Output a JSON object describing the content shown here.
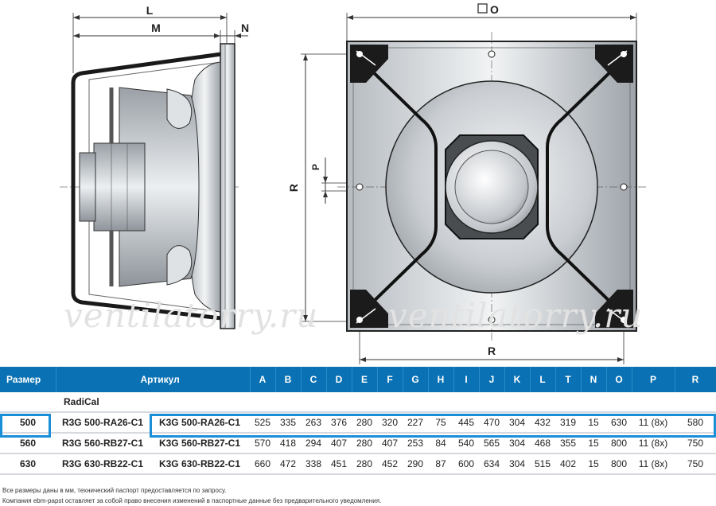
{
  "drawing": {
    "dim_labels": {
      "L": "L",
      "M": "M",
      "N": "N",
      "O": "O",
      "R_side": "R",
      "P": "P",
      "R_bottom": "R"
    },
    "watermarks": [
      "ventilatorry.ru",
      "ventilatorry.ru"
    ]
  },
  "table": {
    "headers": [
      "Размер",
      "Артикул",
      "A",
      "B",
      "C",
      "D",
      "E",
      "F",
      "G",
      "H",
      "I",
      "J",
      "K",
      "L",
      "T",
      "N",
      "O",
      "P",
      "R"
    ],
    "group_label": "RadiCal",
    "rows": [
      {
        "size": "500",
        "art1": "R3G 500-RA26-C1",
        "art2": "K3G 500-RA26-C1",
        "values": [
          "525",
          "335",
          "263",
          "376",
          "280",
          "320",
          "227",
          "75",
          "445",
          "470",
          "304",
          "432",
          "319",
          "15",
          "630",
          "11 (8x)",
          "580"
        ]
      },
      {
        "size": "560",
        "art1": "R3G 560-RB27-C1",
        "art2": "K3G 560-RB27-C1",
        "values": [
          "570",
          "418",
          "294",
          "407",
          "280",
          "407",
          "253",
          "84",
          "540",
          "565",
          "304",
          "468",
          "355",
          "15",
          "800",
          "11 (8x)",
          "750"
        ]
      },
      {
        "size": "630",
        "art1": "R3G 630-RB22-C1",
        "art2": "K3G 630-RB22-C1",
        "values": [
          "660",
          "472",
          "338",
          "451",
          "280",
          "452",
          "290",
          "87",
          "600",
          "634",
          "304",
          "515",
          "402",
          "15",
          "800",
          "11 (8x)",
          "750"
        ]
      }
    ],
    "highlight_color": "#1a8fd8",
    "header_color": "#0a72b4"
  },
  "notes": [
    "Все размеры даны в мм, технический паспорт предоставляется по запросу.",
    "Компания ebm-papst оставляет за собой право внесения изменений в паспортные данные без предварительного уведомления."
  ]
}
